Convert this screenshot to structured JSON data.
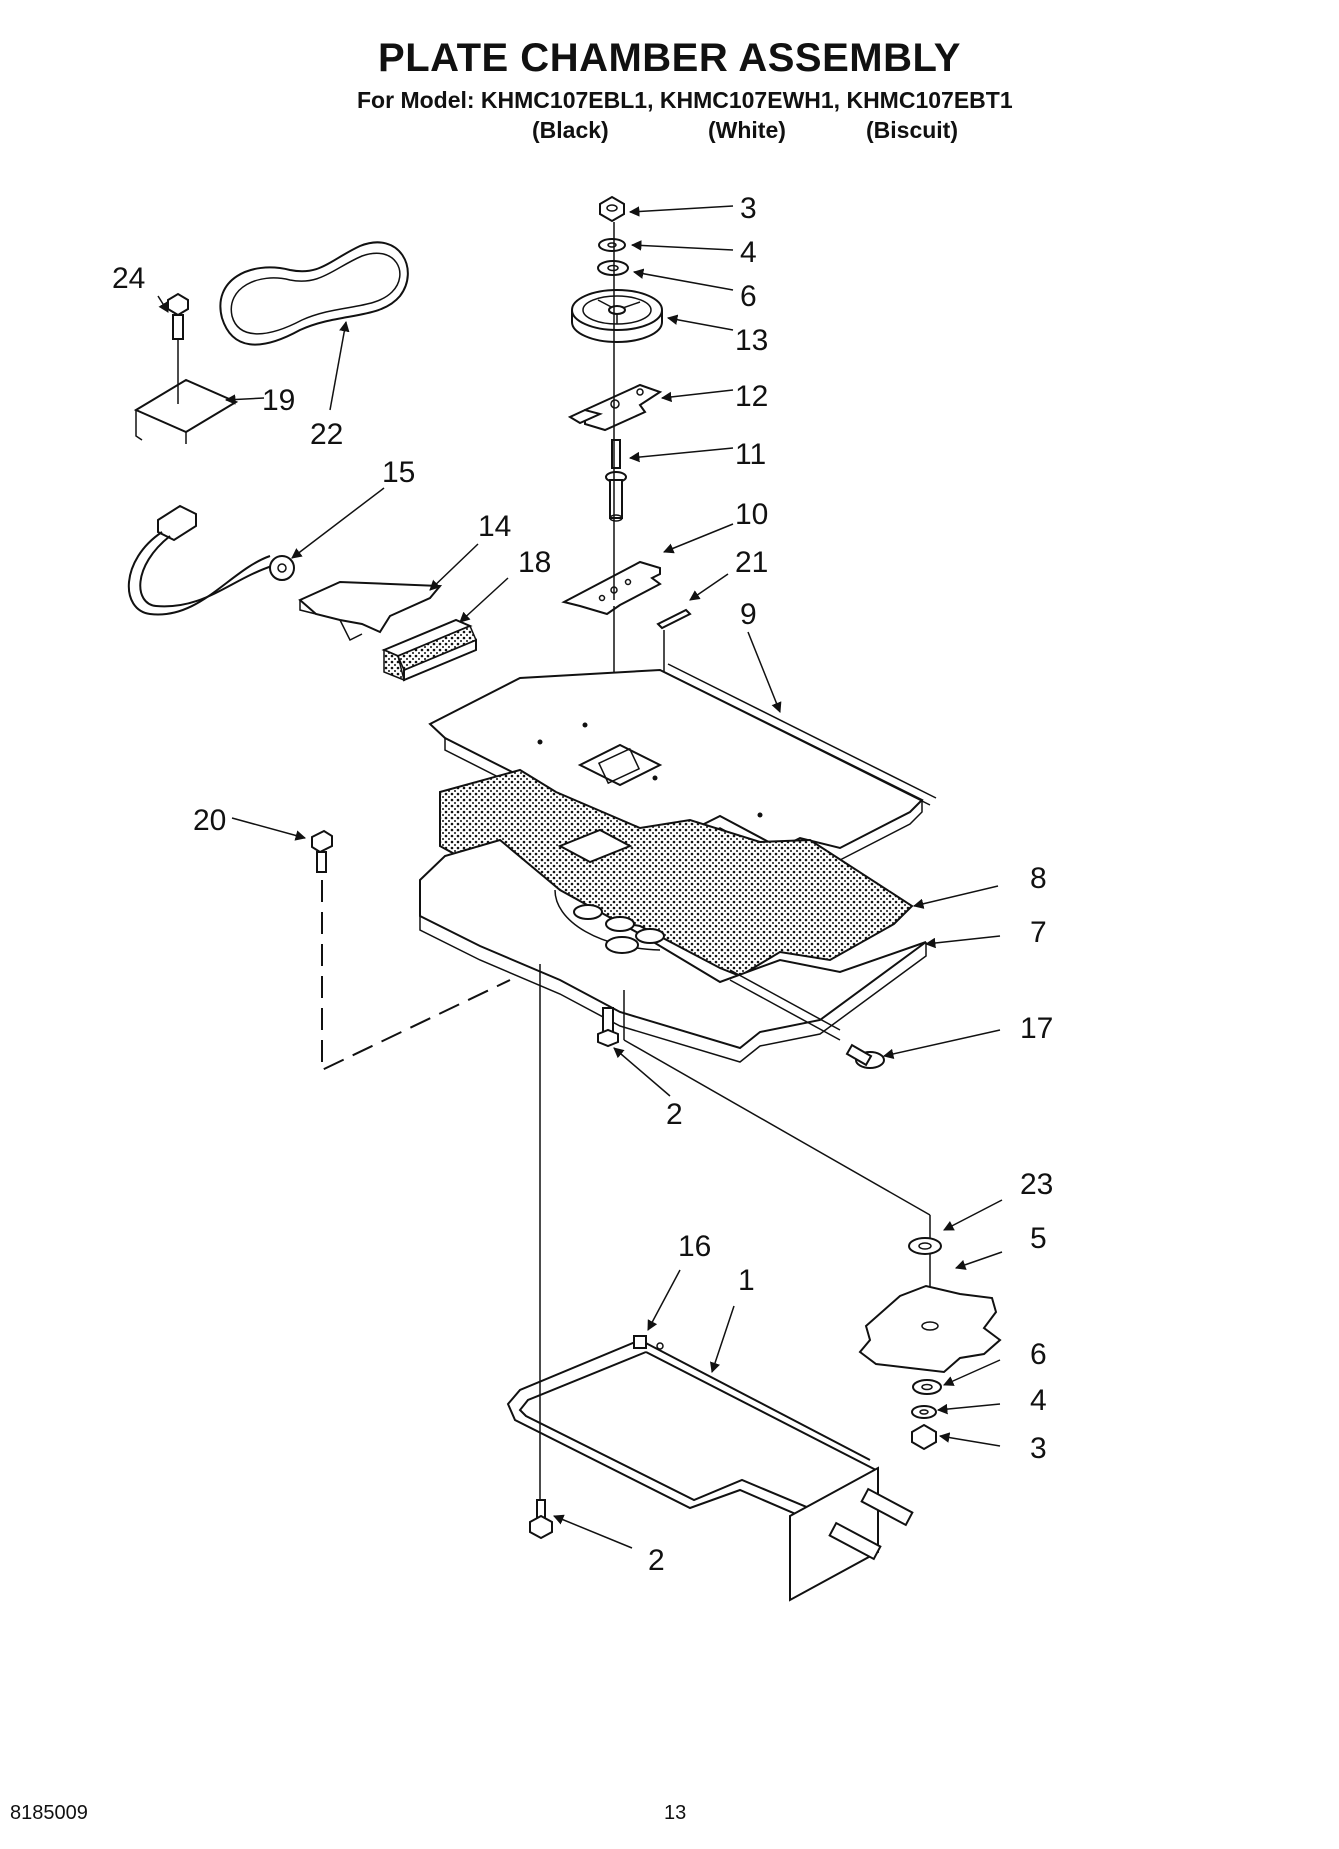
{
  "header": {
    "title": "PLATE CHAMBER ASSEMBLY",
    "model_line": "For Model: KHMC107EBL1, KHMC107EWH1, KHMC107EBT1",
    "colors": [
      "(Black)",
      "(White)",
      "(Biscuit)"
    ]
  },
  "footer": {
    "doc_number": "8185009",
    "page_number": "13"
  },
  "callouts": [
    "3",
    "4",
    "6",
    "13",
    "12",
    "11",
    "10",
    "21",
    "9",
    "24",
    "19",
    "22",
    "15",
    "14",
    "18",
    "20",
    "8",
    "7",
    "17",
    "2",
    "23",
    "5",
    "16",
    "1",
    "6",
    "4",
    "3",
    "2"
  ]
}
